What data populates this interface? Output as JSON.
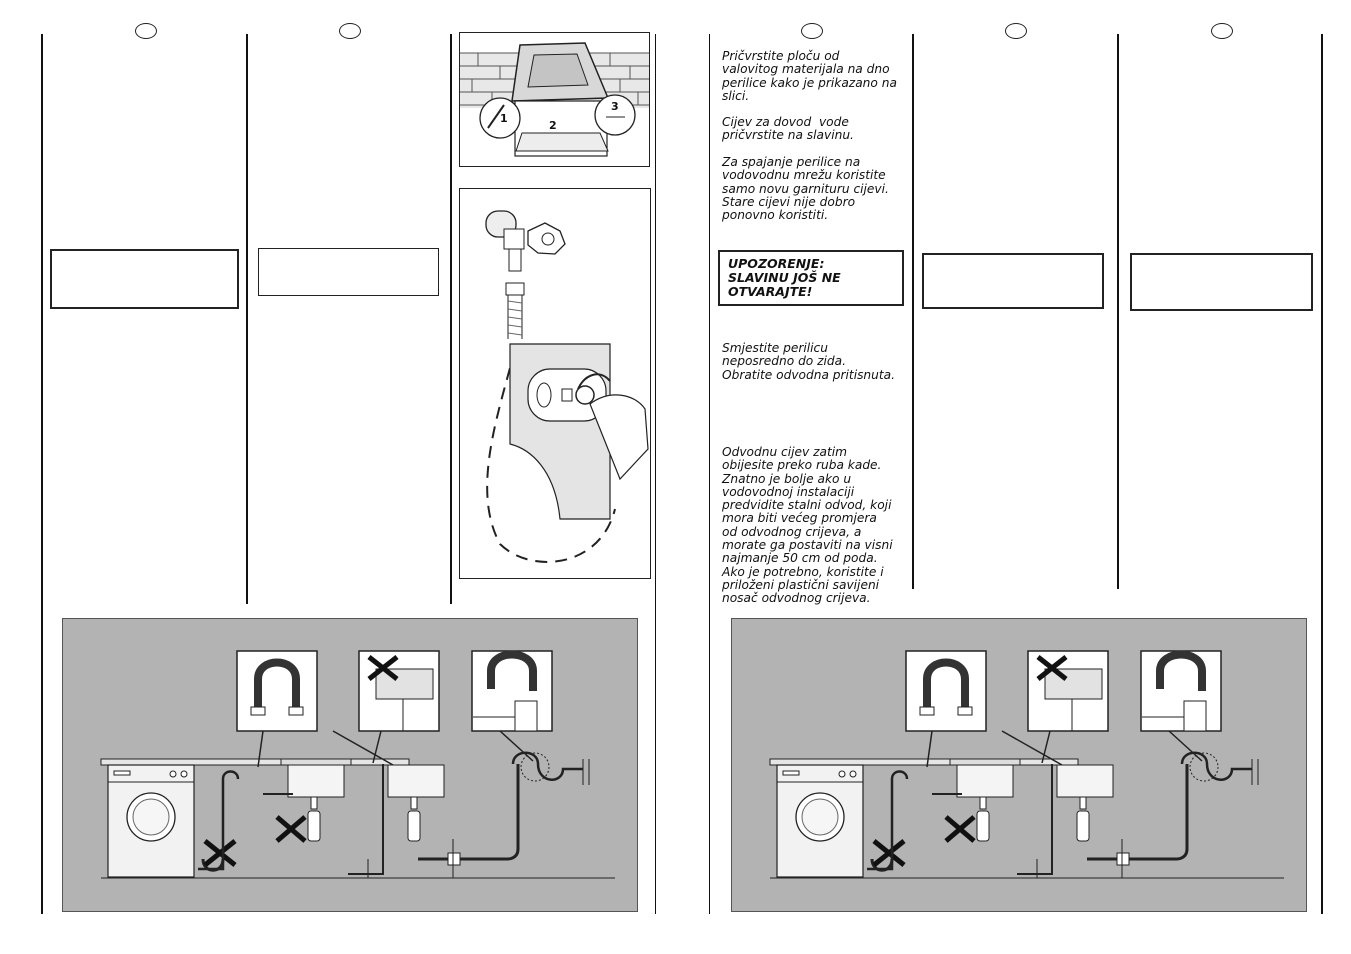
{
  "right_page": {
    "para1": "Pričvrstite ploču od\nvalovitog materijala na dno\nperilice kako je prikazano na\nslici.",
    "para2": "Cijev za dovod  vode\npričvrstite na slavinu.",
    "para3": "Za spajanje perilice na\nvodovodnu mrežu koristite\nsamo novu garnituru cijevi.\nStare cijevi nije dobro\nponovno koristiti.",
    "warning": "UPOZORENJE:\nSLAVINU JOŠ NE\nOTVARAJTE!",
    "para4": "Smjestite perilicu\nneposredno do zida.\nObratite odvodna pritisnuta.",
    "para5": "Odvodnu cijev zatim\nobijesite preko ruba kade.\nZnatno je bolje ako u\nvodovodnoj instalaciji\npredvidite stalni odvod, koji\nmora biti većeg promjera\nod odvodnog crijeva, a\nmorate ga postaviti na visni\nnajmanje 50 cm od poda.\nAko je potrebno, koristite i\npriloženi plastični savijeni\nnosač odvodnog crijeva."
  },
  "figure_labels": {
    "step1": "1",
    "step2": "2",
    "step3": "3"
  }
}
